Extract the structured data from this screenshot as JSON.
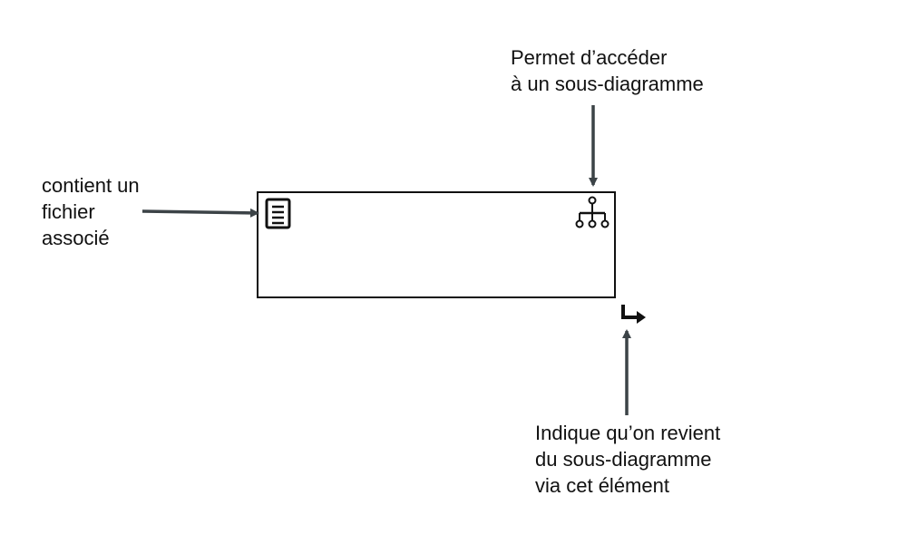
{
  "annotations": {
    "file": {
      "lines": [
        "contient un",
        "fichier",
        "associé"
      ]
    },
    "subdiagram": {
      "lines": [
        "Permet d’accéder",
        "à un sous-diagramme"
      ]
    },
    "return": {
      "lines": [
        "Indique qu’on revient",
        "du sous-diagramme",
        "via cet élément"
      ]
    }
  },
  "icons": {
    "file": "document-icon",
    "subdiagram": "hierarchy-icon",
    "return": "return-arrow-icon"
  },
  "colors": {
    "arrow": "#3c4347",
    "outline": "#111111",
    "text": "#111111"
  }
}
